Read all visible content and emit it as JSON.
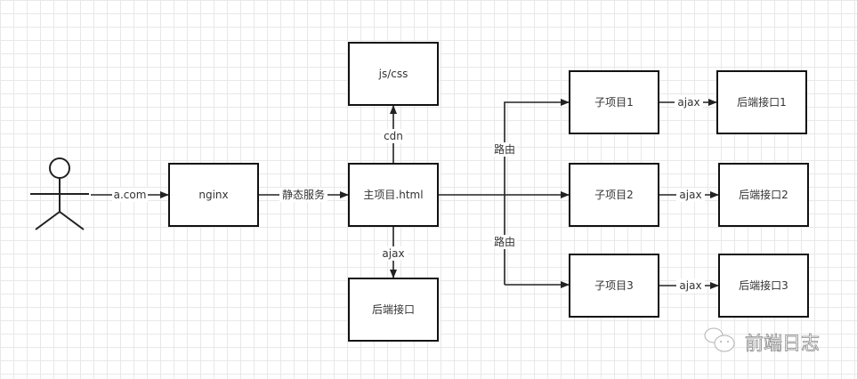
{
  "nodes": {
    "nginx": "nginx",
    "jscss": "js/css",
    "main": "主项目.html",
    "backend": "后端接口",
    "sub1": "子项目1",
    "sub2": "子项目2",
    "sub3": "子项目3",
    "back1": "后端接口1",
    "back2": "后端接口2",
    "back3": "后端接口3"
  },
  "edges": {
    "user_nginx": "a.com",
    "nginx_main": "静态服务",
    "main_jscss": "cdn",
    "main_backend": "ajax",
    "route_top": "路由",
    "route_bottom": "路由",
    "sub1_back1": "ajax",
    "sub2_back2": "ajax",
    "sub3_back3": "ajax"
  },
  "watermark": "前端日志"
}
